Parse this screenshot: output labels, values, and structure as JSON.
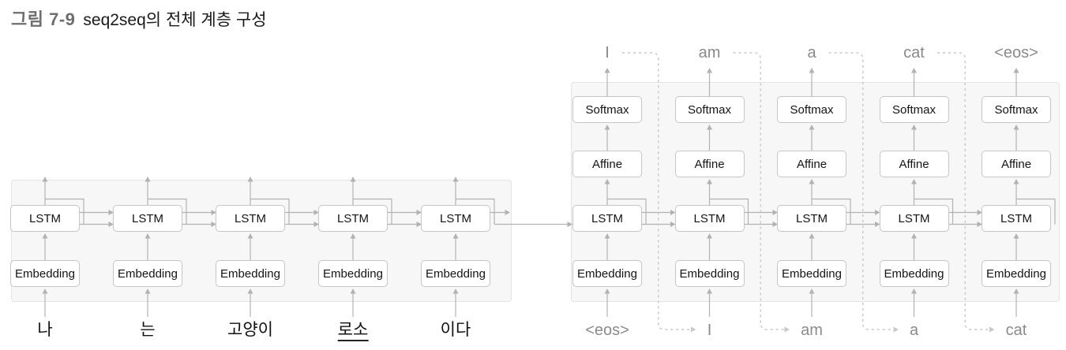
{
  "title": {
    "figure_label": "그림 7-9",
    "text": "seq2seq의 전체 계층 구성"
  },
  "encoder": {
    "layers": [
      "LSTM",
      "Embedding"
    ],
    "inputs": [
      {
        "text": "나",
        "underline": false
      },
      {
        "text": "는",
        "underline": false
      },
      {
        "text": "고양이",
        "underline": false
      },
      {
        "text": "로소",
        "underline": true
      },
      {
        "text": "이다",
        "underline": false
      }
    ]
  },
  "decoder": {
    "layers": [
      "Softmax",
      "Affine",
      "LSTM",
      "Embedding"
    ],
    "outputs": [
      "I",
      "am",
      "a",
      "cat",
      "<eos>"
    ],
    "inputs": [
      "<eos>",
      "I",
      "am",
      "a",
      "cat"
    ]
  },
  "colors": {
    "panel_bg": "#f7f7f7",
    "panel_border": "#e4e4e4",
    "box_border": "#c6c6c6",
    "box_text": "#141414",
    "arrow": "#b2b2b2",
    "dashed_arrow": "#c9c9c9",
    "gray_word": "#8a8a8a",
    "black_word": "#111111",
    "figure_label_color": "#6e6e6e",
    "title_color": "#1a1a1a"
  }
}
